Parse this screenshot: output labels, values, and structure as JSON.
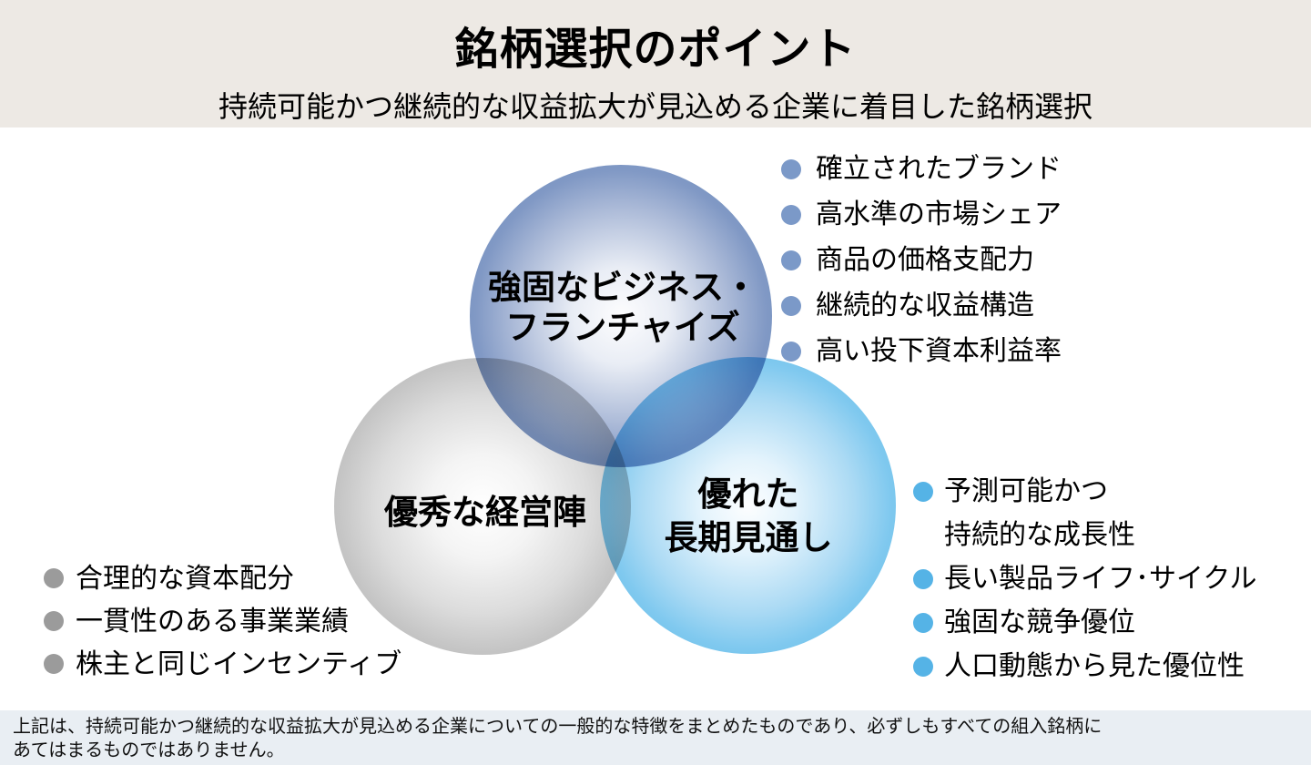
{
  "header": {
    "title": "銘柄選択のポイント",
    "subtitle": "持続可能かつ継続的な収益拡大が見込める企業に着目した銘柄選択",
    "background_color": "#EDE9E4"
  },
  "venn": {
    "circles": [
      {
        "id": "business-franchise",
        "label": "強固なビジネス・\nフランチャイズ",
        "edge_color": "#7E97C4"
      },
      {
        "id": "management",
        "label": "優秀な経営陣",
        "edge_color": "#C3C3C3"
      },
      {
        "id": "long-term-outlook",
        "label": "優れた\n長期見通し",
        "edge_color": "#7CC7EE"
      }
    ]
  },
  "lists": {
    "business": {
      "bullet_color": "#7B99C8",
      "items": [
        "確立されたブランド",
        "高水準の市場シェア",
        "商品の価格支配力",
        "継続的な収益構造",
        "高い投下資本利益率"
      ]
    },
    "management": {
      "bullet_color": "#9B9B9B",
      "items": [
        "合理的な資本配分",
        "一貫性のある事業業績",
        "株主と同じインセンティブ"
      ]
    },
    "outlook": {
      "bullet_color": "#55B3E6",
      "items": [
        "予測可能かつ\n持続的な成長性",
        "長い製品ライフ･サイクル",
        "強固な競争優位",
        "人口動態から見た優位性"
      ]
    }
  },
  "footer": {
    "note": "上記は、持続可能かつ継続的な収益拡大が見込める企業についての一般的な特徴をまとめたものであり、必ずしもすべての組入銘柄に\nあてはまるものではありません。",
    "background_color": "#E9EEF3"
  }
}
